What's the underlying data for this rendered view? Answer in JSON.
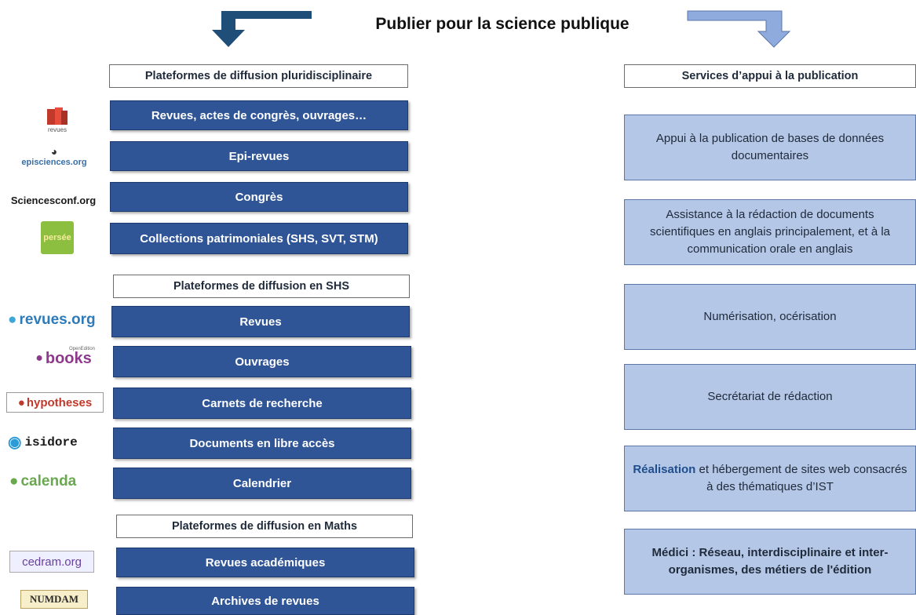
{
  "title": "Publier pour la science publique",
  "left": {
    "sections": [
      {
        "header": "Plateformes de diffusion pluridisciplinaire",
        "items": [
          {
            "label": "Revues, actes de congrès, ouvrages…",
            "logo": "revues"
          },
          {
            "label": "Epi-revues",
            "logo": "episciences.org"
          },
          {
            "label": "Congrès",
            "logo": "Sciencesconf.org"
          },
          {
            "label": "Collections patrimoniales (SHS, SVT, STM)",
            "logo": "persée"
          }
        ]
      },
      {
        "header": "Plateformes de diffusion en SHS",
        "items": [
          {
            "label": "Revues",
            "logo": "revues.org"
          },
          {
            "label": "Ouvrages",
            "logo": "books",
            "logo_sub": "OpenEdition"
          },
          {
            "label": "Carnets de recherche",
            "logo": "hypotheses"
          },
          {
            "label": "Documents en libre accès",
            "logo": "isidore"
          },
          {
            "label": "Calendrier",
            "logo": "calenda"
          }
        ]
      },
      {
        "header": "Plateformes de diffusion en Maths",
        "items": [
          {
            "label": "Revues académiques",
            "logo": "cedram.org"
          },
          {
            "label": "Archives de revues",
            "logo": "NUMDAM"
          }
        ]
      }
    ]
  },
  "right": {
    "header": "Services d’appui à la publication",
    "items": [
      {
        "label": "Appui à la publication de bases de données documentaires"
      },
      {
        "label": "Assistance à la rédaction de documents scientifiques en anglais principalement, et à la communication orale en anglais"
      },
      {
        "label": "Numérisation, océrisation"
      },
      {
        "label": "Secrétariat de rédaction"
      },
      {
        "label_strong": "Réalisation",
        "label_rest": " et hébergement de sites web consacrés à des thématiques d’IST"
      },
      {
        "label": "Médici : Réseau, interdisciplinaire et inter-organismes, des métiers de l'édition"
      }
    ]
  },
  "colors": {
    "dark_box": "#2f5597",
    "light_box": "#b4c7e7",
    "arrow_dark": "#1f4e79",
    "arrow_light": "#8faadc"
  }
}
